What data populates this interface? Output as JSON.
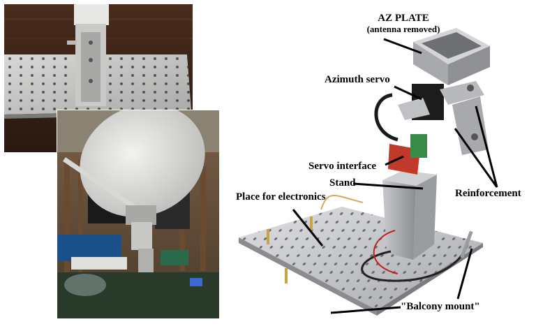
{
  "labels": {
    "az_plate": "AZ PLATE",
    "az_plate_note": "(antenna removed)",
    "azimuth_servo": "Azimuth servo",
    "servo_interface": "Servo interface",
    "stand": "Stand",
    "place_for_electronics": "Place for electronics",
    "reinforcement": "Reinforcement",
    "balcony_mount": "\"Balcony mount\""
  }
}
